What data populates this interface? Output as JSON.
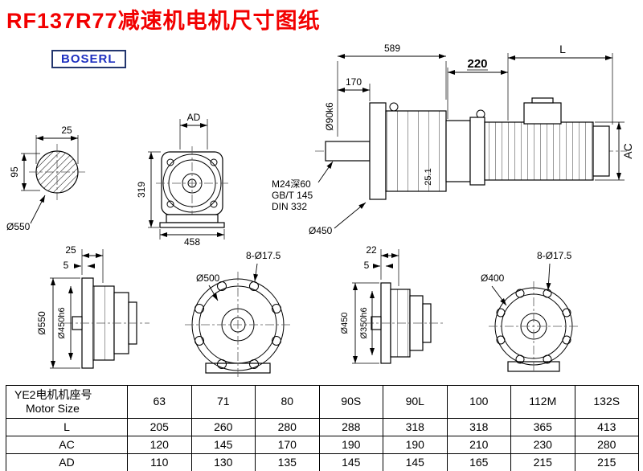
{
  "page": {
    "title": "RF137R77减速机电机尺寸图纸",
    "logo": "BOSERL"
  },
  "dims": {
    "top_589": "589",
    "top_170": "170",
    "shaft_dia": "Ø90k6",
    "top_220": "220",
    "top_L": "L",
    "motor_AC": "AC",
    "thread_line1": "M24深60",
    "thread_line2": "GB/T 145",
    "thread_line3": "DIN 332",
    "main_flange_dia": "Ø450",
    "main_25_1": "25.1",
    "section_width": "25",
    "section_height": "95",
    "section_dia": "Ø550",
    "front_AD": "AD",
    "front_319": "319",
    "front_458": "458",
    "fl1_25": "25",
    "fl1_5": "5",
    "fl1_od": "Ø550",
    "fl1_spigot": "Ø450h6",
    "fl1_holes": "8-Ø17.5",
    "fl1_bolt_circle": "Ø500",
    "fl2_22": "22",
    "fl2_5": "5",
    "fl2_od": "Ø450",
    "fl2_spigot": "Ø350h6",
    "fl2_holes": "8-Ø17.5",
    "fl2_bolt_circle": "Ø400"
  },
  "table": {
    "header_line1": "YE2电机机座号",
    "header_line2": "Motor Size",
    "sizes": [
      "63",
      "71",
      "80",
      "90S",
      "90L",
      "100",
      "112M",
      "132S"
    ],
    "rows": [
      {
        "label": "L",
        "values": [
          "205",
          "260",
          "280",
          "288",
          "318",
          "318",
          "365",
          "413"
        ]
      },
      {
        "label": "AC",
        "values": [
          "120",
          "145",
          "170",
          "190",
          "190",
          "210",
          "230",
          "280"
        ]
      },
      {
        "label": "AD",
        "values": [
          "110",
          "130",
          "135",
          "145",
          "145",
          "165",
          "215",
          "215"
        ]
      }
    ]
  }
}
